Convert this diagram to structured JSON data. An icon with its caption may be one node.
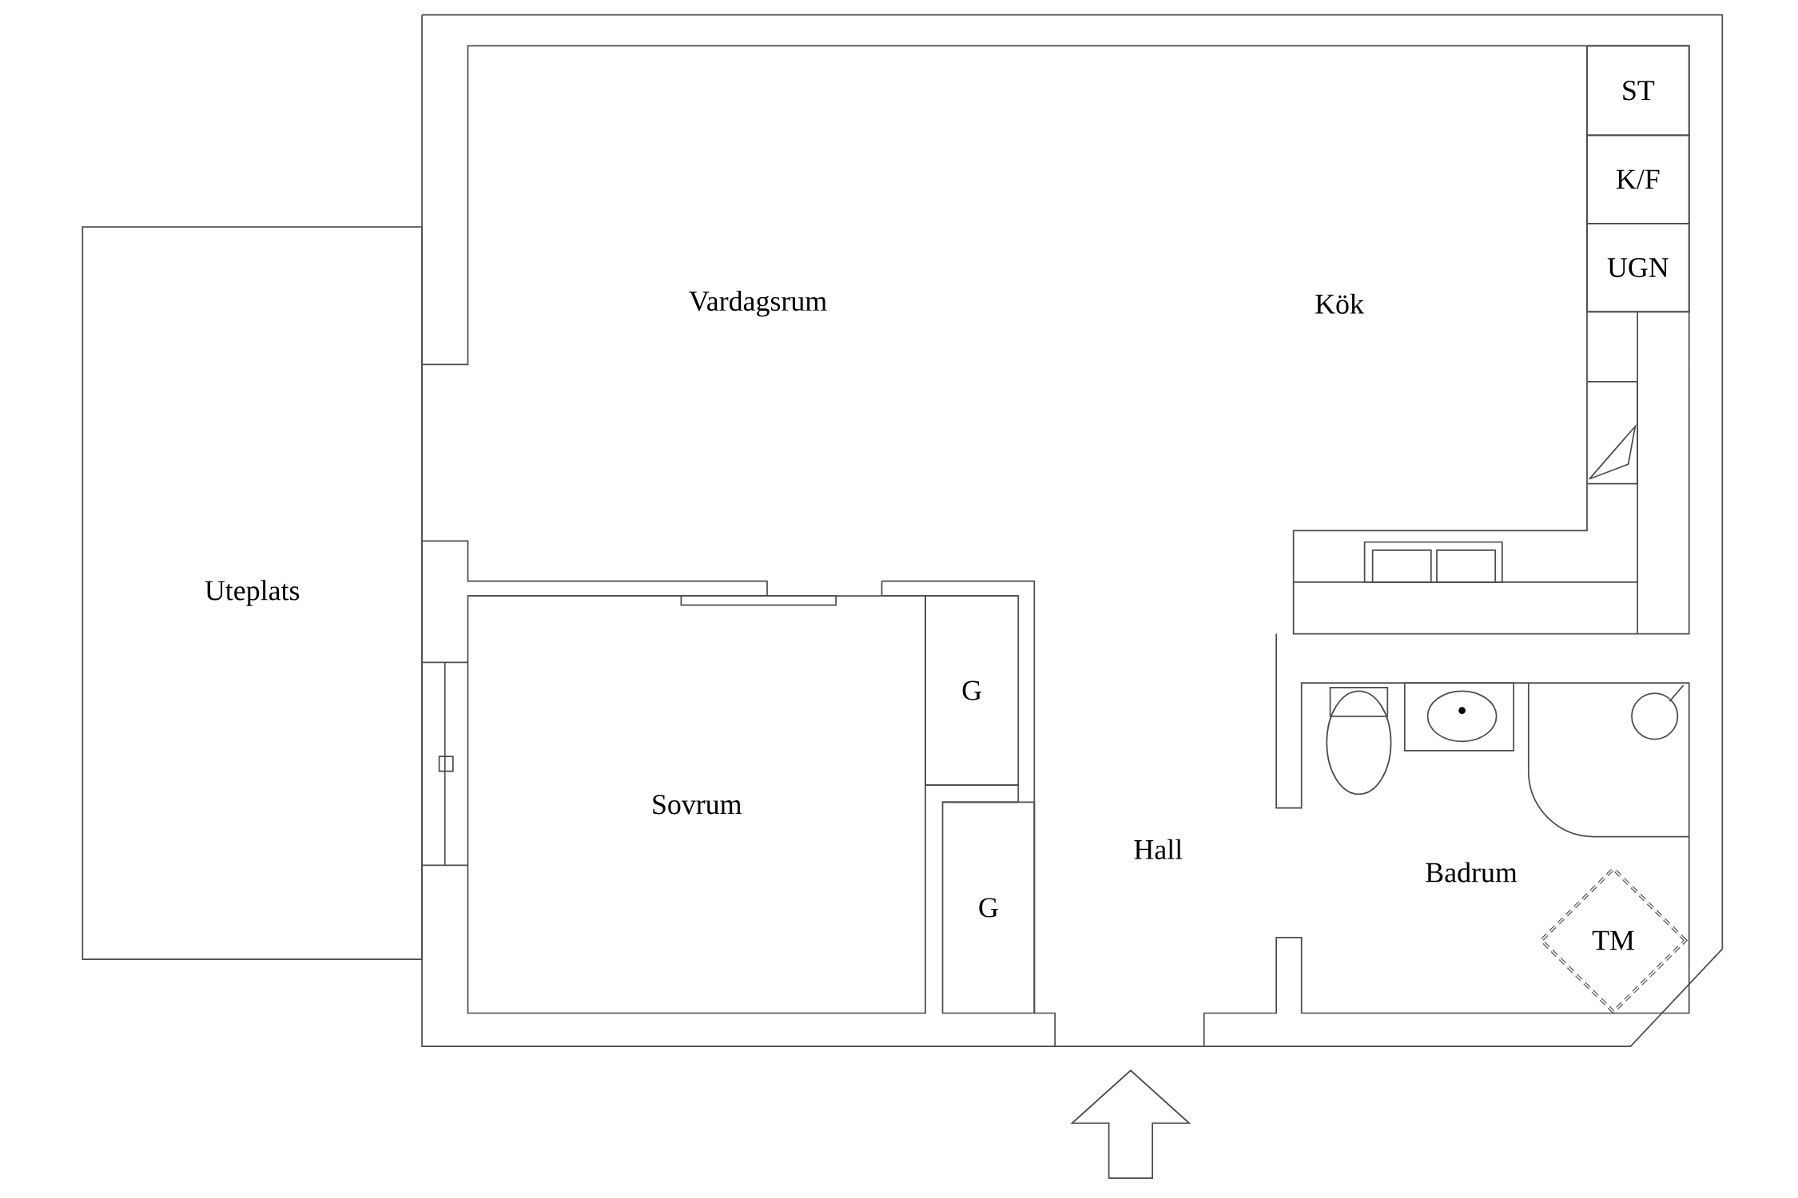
{
  "diagram": {
    "nodes": [
      {
        "text": [
          "Uteplats"
        ]
      },
      {
        "text": [
          "ST"
        ]
      },
      {
        "text": [
          "K/F"
        ]
      },
      {
        "text": [
          "UGN"
        ]
      },
      {
        "text": [
          "Sovrum"
        ]
      },
      {
        "text": [
          "G"
        ]
      },
      {
        "text": [
          "G"
        ]
      },
      {
        "text": [
          "TM"
        ]
      }
    ],
    "labels": [
      "Vardagsrum",
      "Kök",
      "Hall",
      "Badrum"
    ]
  }
}
